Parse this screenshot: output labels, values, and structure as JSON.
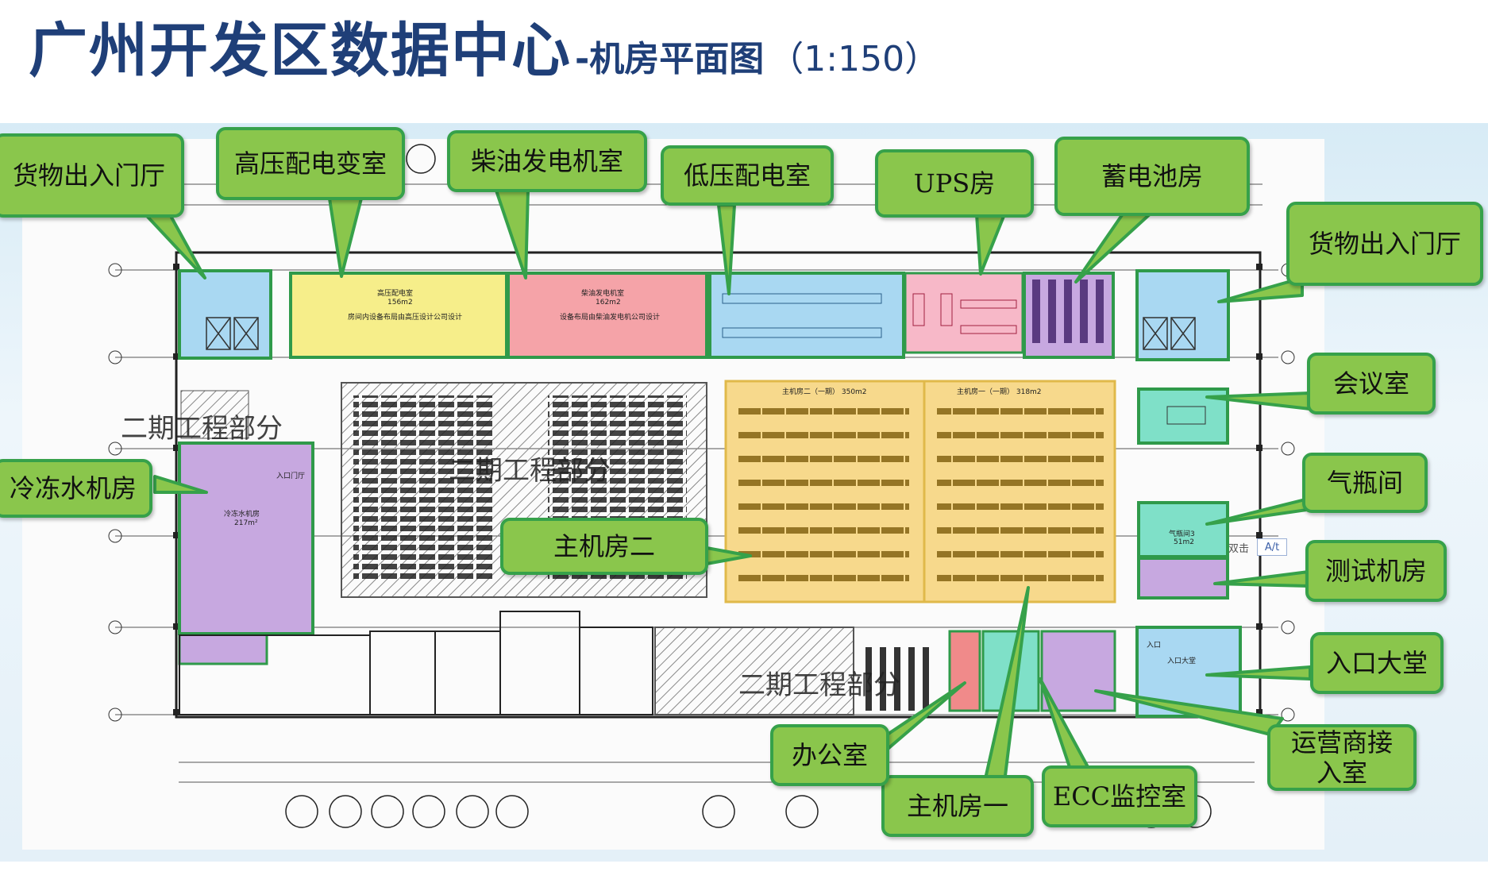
{
  "title": {
    "main": "广州开发区数据中心",
    "sub": "-机房平面图",
    "scale": "（1:150）"
  },
  "callouts": {
    "cargo_hall_left": "货物出入门厅",
    "hv_substation": "高压配电变室",
    "diesel_gen": "柴油发电机室",
    "lv_room": "低压配电室",
    "ups_room": "UPS房",
    "battery_room": "蓄电池房",
    "cargo_hall_right": "货物出入门厅",
    "meeting_room": "会议室",
    "gas_cylinder": "气瓶间",
    "test_room": "测试机房",
    "entrance_lobby": "入口大堂",
    "carrier_room_line1": "运营商接",
    "carrier_room_line2": "入室",
    "ecc_room": "ECC监控室",
    "main_room_1": "主机房一",
    "office": "办公室",
    "main_room_2": "主机房二",
    "chiller_room": "冷冻水机房"
  },
  "phase_labels": {
    "phase2_a": "二期工程部分",
    "phase2_b": "二期工程部分",
    "phase2_c": "二期工程部分"
  },
  "room_labels": {
    "hv_title": "高压配电室",
    "hv_area": "156m2",
    "hv_note": "房间内设备布局由高压设计公司设计",
    "gen_title": "柴油发电机室",
    "gen_area": "162m2",
    "gen_note": "设备布局由柴油发电机公司设计",
    "chiller_title": "冷冻水机房",
    "chiller_area": "217m²",
    "main2_title": "主机房二（一期） 350m2",
    "main1_title": "主机房一（一期） 318m2",
    "gas_title": "气瓶间3",
    "gas_area": "51m2",
    "lobby_title": "入口大堂",
    "entrance": "入口",
    "aux_entry": "入口门厅"
  },
  "ui": {
    "a_icon": "A/t",
    "b_label": "双击"
  },
  "colors": {
    "callout_fill": "#8ac64c",
    "callout_border": "#36a14a",
    "title": "#1f3f78",
    "room_yellow": "#f6ee8a",
    "room_red": "#f5a3a8",
    "room_blue": "#a9d8f2",
    "room_purple": "#c7a8e0",
    "room_orange": "#f7d98c",
    "room_teal": "#7fe0c8",
    "room_pink": "#f7b8c8"
  }
}
